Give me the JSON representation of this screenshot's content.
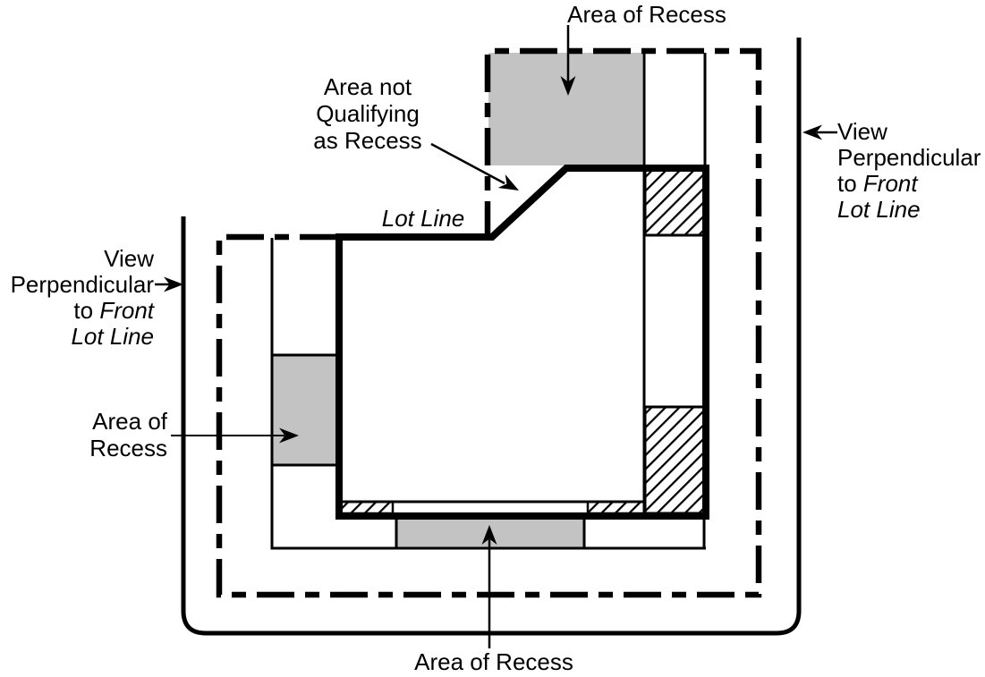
{
  "colors": {
    "recess_fill": "#c3c3c3",
    "line": "#000000",
    "background": "#ffffff"
  },
  "diagram": {
    "labels": {
      "recess_top": "Area of Recess",
      "not_qualifying_line1": "Area not",
      "not_qualifying_line2": "Qualifying",
      "not_qualifying_line3": "as Recess",
      "lot_line": "Lot Line",
      "view_left_line1": "View",
      "view_left_line2": "Perpendicular",
      "view_left_line3_pre": "to ",
      "view_left_line3_italic": "Front",
      "view_left_line4_italic": "Lot Line",
      "recess_left_line1": "Area of",
      "recess_left_line2": "Recess",
      "view_right_line1": "View",
      "view_right_line2": "Perpendicular",
      "view_right_line3_pre": "to ",
      "view_right_line3_italic": "Front",
      "view_right_line4_italic": "Lot Line",
      "recess_bottom": "Area of Recess"
    }
  }
}
